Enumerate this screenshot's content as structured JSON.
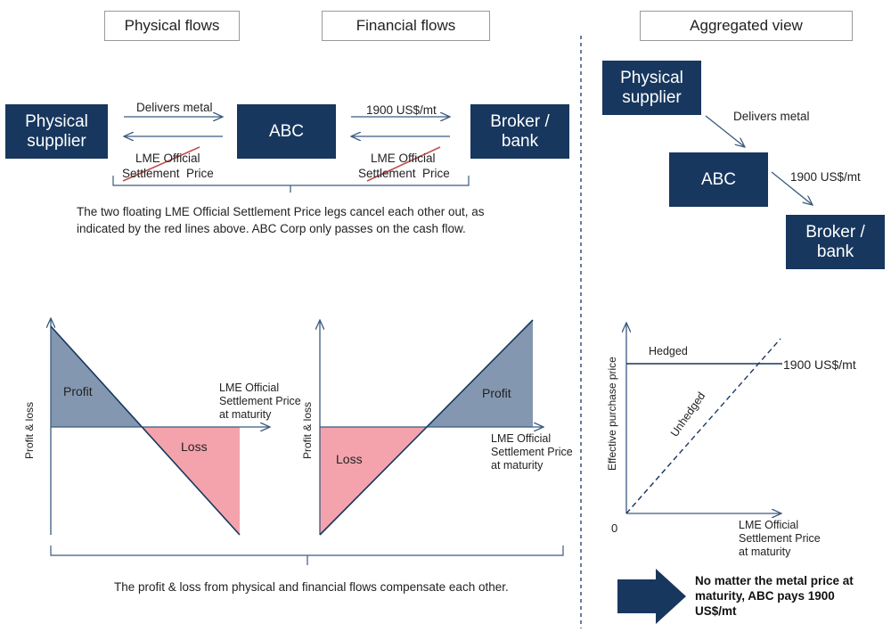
{
  "headers": {
    "physical": "Physical flows",
    "financial": "Financial flows",
    "aggregated": "Aggregated view"
  },
  "flow": {
    "supplier": "Physical supplier",
    "abc": "ABC",
    "broker": "Broker / bank",
    "delivers": "Delivers metal",
    "price": "1900 US$/mt",
    "lme_line1": "LME Official",
    "lme_line2": "Settlement  Price"
  },
  "notes": {
    "cancel": "The two floating LME Official Settlement Price legs cancel each other out, as indicated by the red lines above. ABC Corp only passes on the cash flow.",
    "compensate": "The profit & loss from physical and financial flows compensate each other."
  },
  "pl_charts": {
    "profit": "Profit",
    "loss": "Loss",
    "ylabel": "Profit & loss",
    "xlabel": [
      "LME Official",
      "Settlement Price",
      "at maturity"
    ]
  },
  "aggregated": {
    "supplier": "Physical supplier",
    "delivers": "Delivers metal",
    "abc": "ABC",
    "price": "1900 US$/mt",
    "broker": "Broker / bank"
  },
  "price_chart": {
    "ylabel": "Effective purchase price",
    "xlabel": [
      "LME Official",
      "Settlement Price",
      "at maturity"
    ],
    "hedged": "Hedged",
    "unhedged": "Unhedged",
    "level": "1900 US$/mt",
    "origin": "0"
  },
  "conclusion": "No matter the metal price at maturity, ABC pays 1900 US$/mt",
  "colors": {
    "box": "#17375e",
    "profit": "#8497b0",
    "loss": "#f4a3ad",
    "cross": "#c0504d"
  }
}
